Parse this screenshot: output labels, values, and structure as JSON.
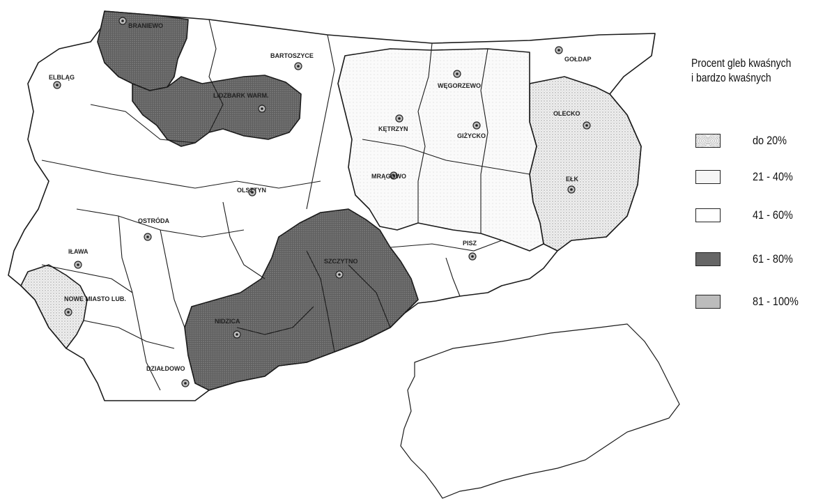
{
  "legend": {
    "title_line1": "Procent gleb kwaśnych",
    "title_line2": "i bardzo kwaśnych",
    "items": [
      {
        "label": "do 20%",
        "color": "#e4e4e4"
      },
      {
        "label": "21 - 40%",
        "color": "#f6f6f6"
      },
      {
        "label": "41 - 60%",
        "color": "#ffffff"
      },
      {
        "label": "61 - 80%",
        "color": "#6c6c6c"
      },
      {
        "label": "81 - 100%",
        "color": "#bcbcbc"
      }
    ]
  },
  "cities": [
    {
      "name": "BRANIEWO"
    },
    {
      "name": "BARTOSZYCE"
    },
    {
      "name": "ELBLĄG"
    },
    {
      "name": "LIDZBARK WARM."
    },
    {
      "name": "GOŁDAP"
    },
    {
      "name": "WĘGORZEWO"
    },
    {
      "name": "OLECKO"
    },
    {
      "name": "KĘTRZYN"
    },
    {
      "name": "GIŻYCKO"
    },
    {
      "name": "MRĄGOWO"
    },
    {
      "name": "EŁK"
    },
    {
      "name": "OLSZTYN"
    },
    {
      "name": "OSTRÓDA"
    },
    {
      "name": "IŁAWA"
    },
    {
      "name": "PISZ"
    },
    {
      "name": "SZCZYTNO"
    },
    {
      "name": "NOWE MIASTO LUB."
    },
    {
      "name": "NIDZICA"
    },
    {
      "name": "DZIAŁDOWO"
    }
  ]
}
